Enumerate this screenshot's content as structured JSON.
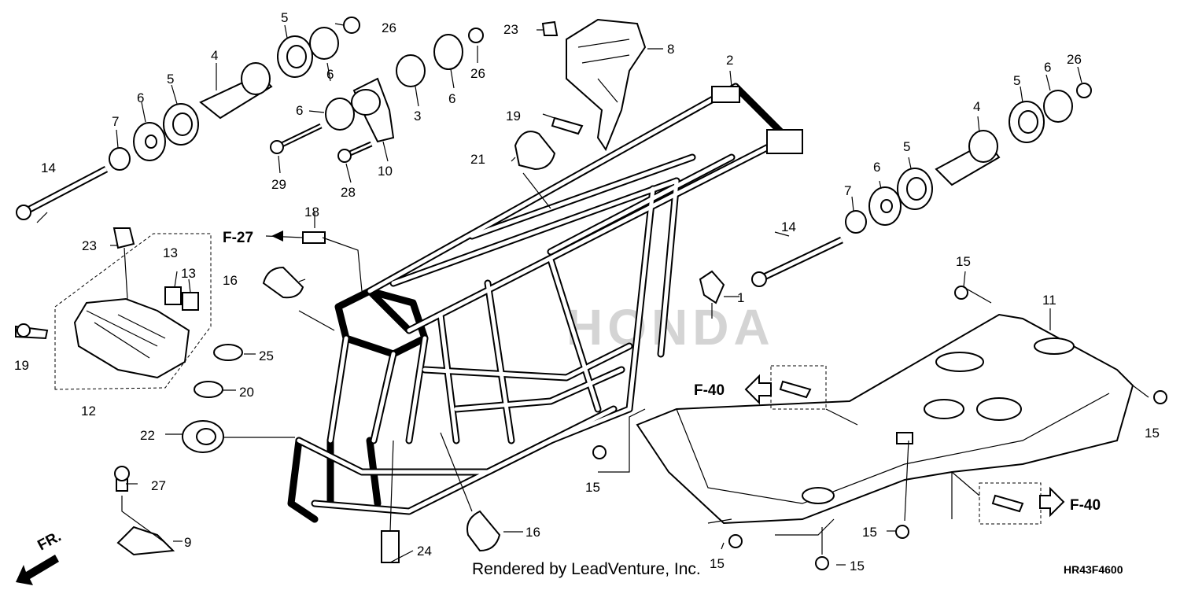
{
  "footer": {
    "rendered_by": "Rendered by LeadVenture, Inc.",
    "code": "HR43F4600"
  },
  "watermark": "HONDA",
  "direction": "FR.",
  "refs": {
    "f27": "F-27",
    "f40a": "F-40",
    "f40b": "F-40"
  },
  "callouts": {
    "c1": "1",
    "c2": "2",
    "c3": "3",
    "c4a": "4",
    "c4b": "4",
    "c5a": "5",
    "c5b": "5",
    "c5c": "5",
    "c5d": "5",
    "c6a": "6",
    "c6b": "6",
    "c6c": "6",
    "c6d": "6",
    "c6e": "6",
    "c6f": "6",
    "c7a": "7",
    "c7b": "7",
    "c8": "8",
    "c9": "9",
    "c10": "10",
    "c11": "11",
    "c12": "12",
    "c13a": "13",
    "c13b": "13",
    "c14a": "14",
    "c14b": "14",
    "c15a": "15",
    "c15b": "15",
    "c15c": "15",
    "c15d": "15",
    "c15e": "15",
    "c15f": "15",
    "c16a": "16",
    "c16b": "16",
    "c18": "18",
    "c19a": "19",
    "c19b": "19",
    "c20": "20",
    "c21": "21",
    "c22": "22",
    "c23a": "23",
    "c23b": "23",
    "c24": "24",
    "c25": "25",
    "c26a": "26",
    "c26b": "26",
    "c26c": "26",
    "c27": "27",
    "c28": "28",
    "c29": "29"
  },
  "colors": {
    "ink": "#000000",
    "paper": "#ffffff",
    "watermark": "#c8c8c8"
  }
}
